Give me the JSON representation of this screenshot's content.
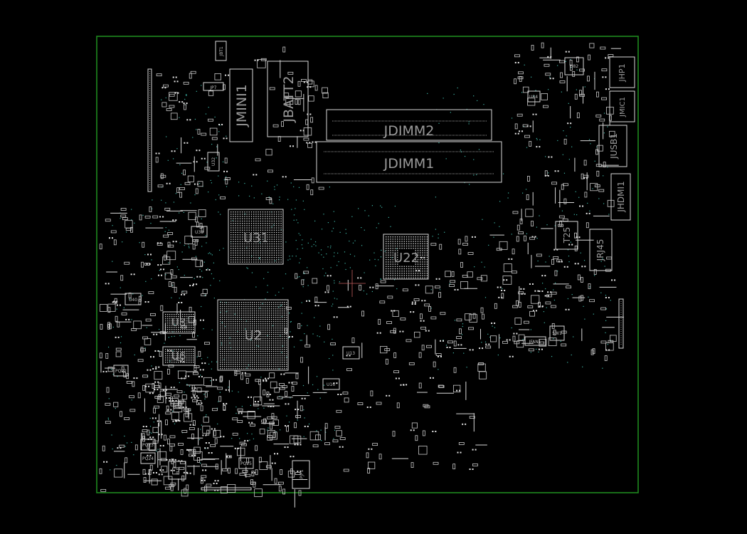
{
  "board": {
    "colors": {
      "background": "#000000",
      "outline": "#1f8a1f",
      "silkscreen": "#d8d8d8",
      "refdes": "#9a9a9a",
      "via": "#3fb7a8",
      "crosshair": "#c05a5a"
    }
  },
  "labels": {
    "jdimm2": "JDIMM2",
    "jdimm1": "JDIMM1",
    "jbatt2": "JBATT2",
    "jmini1": "JMINI1",
    "u31": "U31",
    "u22": "U22",
    "u2": "U2",
    "u8": "U8",
    "u6": "U6",
    "jhp1": "JHP1",
    "jmic1": "JMIC1",
    "jusb1": "JUSB1",
    "jhdmi1": "JHDMI1",
    "t25": "T25",
    "jrj45": "JRJ45",
    "jp7": "JP7",
    "jbt1": "JBT1",
    "u32": "U32",
    "u38": "U38",
    "u40": "U40",
    "u13": "U13",
    "u16": "U16",
    "u82": "U82",
    "u84": "U84",
    "pjp1": "PJP1",
    "pu1": "PU1",
    "jfan1": "JFAN1",
    "sw1": "SW1",
    "pq22": "PQ22",
    "pq23": "PQ23",
    "pq24": "PQ24",
    "pq25": "PQ25"
  }
}
